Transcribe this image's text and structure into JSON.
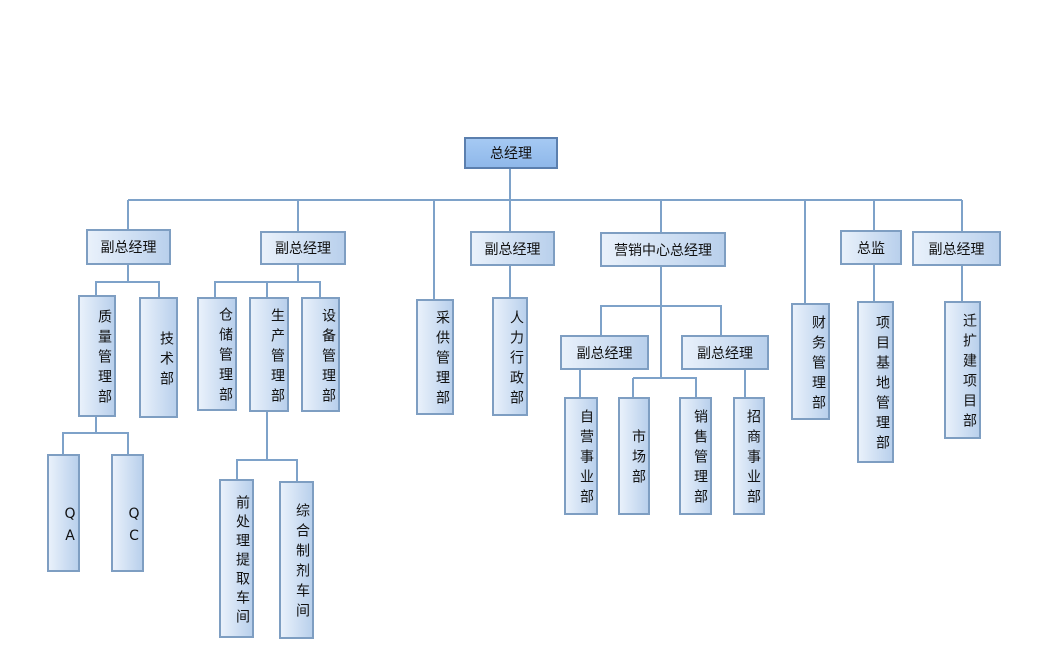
{
  "org_chart": {
    "root": "总经理",
    "vp_1": "副总经理",
    "vp_2": "副总经理",
    "vp_3": "副总经理",
    "marketing_head": "营销中心总经理",
    "director": "总监",
    "vp_4": "副总经理",
    "quality_dept": "质量管理部",
    "tech_dept": "技术部",
    "qa": "QA",
    "qc": "QC",
    "warehouse_dept": "仓储管理部",
    "production_dept": "生产管理部",
    "equipment_dept": "设备管理部",
    "pre_processing_workshop": "前处理提取车间",
    "formulation_workshop": "综合制剂车间",
    "purchasing_dept": "采供管理部",
    "hr_admin_dept": "人力行政部",
    "marketing_vp_1": "副总经理",
    "marketing_vp_2": "副总经理",
    "self_operated_division": "自营事业部",
    "market_dept": "市场部",
    "sales_dept": "销售管理部",
    "investment_division": "招商事业部",
    "finance_dept": "财务管理部",
    "project_base_dept": "项目基地管理部",
    "relocation_project_dept": "迁扩建项目部"
  },
  "colors": {
    "line": "#7ea2c9",
    "border": "#7e9ec2",
    "fill_light": "#e9f1fb",
    "fill_dark": "#b9d0ec",
    "root_fill": "#9cc2ef"
  }
}
